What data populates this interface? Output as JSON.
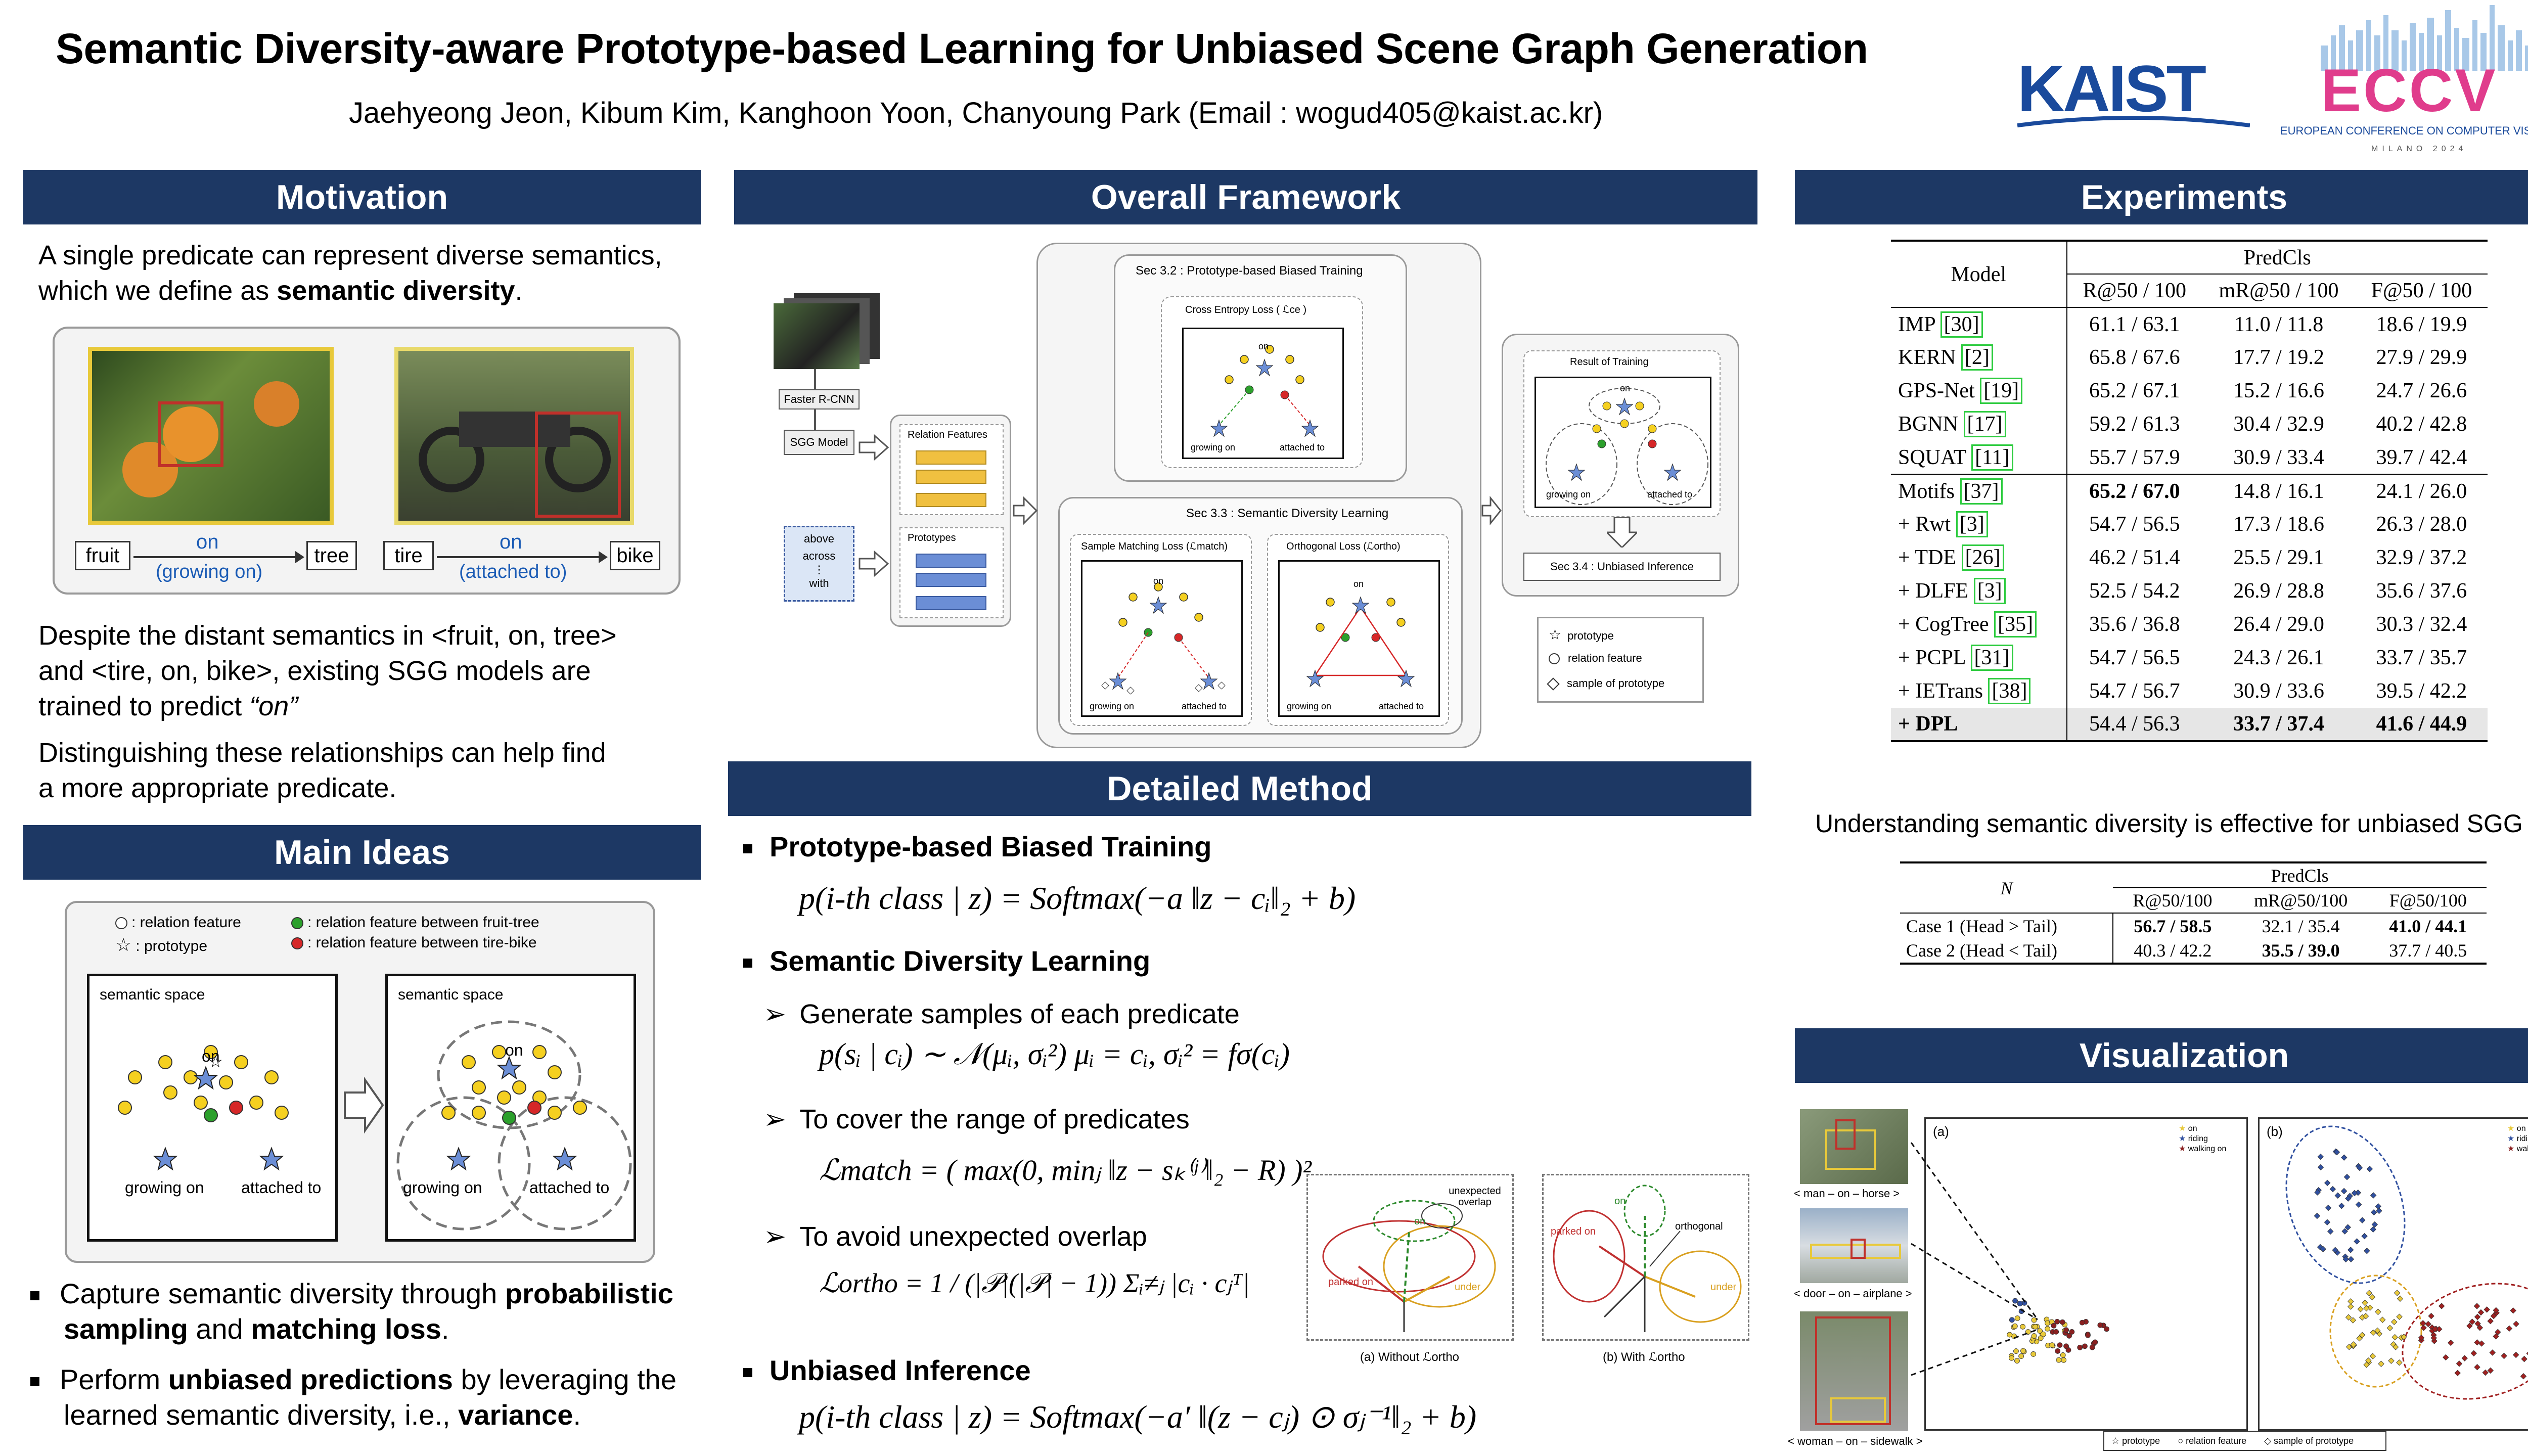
{
  "header": {
    "title": "Semantic Diversity-aware Prototype-based Learning for Unbiased Scene Graph Generation",
    "authors": "Jaehyeong Jeon, Kibum Kim, Kanghoon Yoon, Chanyoung Park  (Email : wogud405@kaist.ac.kr)",
    "logo_kaist": "KAIST",
    "logo_eccv": "ECCV",
    "logo_eccv_sub": "EUROPEAN CONFERENCE ON COMPUTER VISION",
    "logo_eccv_city": "MILANO 2024",
    "colors": {
      "navy": "#1d3864",
      "kaist_blue": "#1a4a9c",
      "eccv_pink": "#e03c8c"
    }
  },
  "motivation": {
    "heading": "Motivation",
    "intro_1": "A single predicate can represent diverse semantics,",
    "intro_2a": "which we define as ",
    "intro_2b": "semantic diversity",
    "intro_2c": ".",
    "ex1": {
      "subj": "fruit",
      "pred": "on",
      "obj": "tree",
      "meaning": "(growing on)"
    },
    "ex2": {
      "subj": "tire",
      "pred": "on",
      "obj": "bike",
      "meaning": "(attached to)"
    },
    "p2_1": "Despite the distant semantics in <fruit, on, tree>",
    "p2_2": "and <tire, on, bike>, existing SGG models are",
    "p2_3a": "trained to predict ",
    "p2_3b": "“on”",
    "p3_1": "Distinguishing these relationships can help find",
    "p3_2": "a more appropriate predicate."
  },
  "main_ideas": {
    "heading": "Main Ideas",
    "legend": {
      "relation_feature": ": relation feature",
      "prototype": ": prototype",
      "fruit_tree": ": relation feature between fruit-tree",
      "tire_bike": ": relation feature between tire-bike"
    },
    "space_label": "semantic space",
    "on": "on",
    "growing_on": "growing on",
    "attached_to": "attached to",
    "b1a": "Capture semantic diversity through ",
    "b1b": "probabilistic",
    "b1c": "sampling",
    "b1d": " and ",
    "b1e": "matching loss",
    "b2a": "Perform ",
    "b2b": "unbiased predictions",
    "b2c": " by leveraging the",
    "b2d": "learned semantic diversity, i.e., ",
    "b2e": "variance"
  },
  "framework": {
    "heading": "Overall Framework",
    "faster_rcnn": "Faster R-CNN",
    "sgg_model": "SGG Model",
    "predicates": [
      "above",
      "across",
      "⋮",
      "with"
    ],
    "relation_features": "Relation Features",
    "prototypes": "Prototypes",
    "sec32": "Sec 3.2 : Prototype-based Biased Training",
    "ce_loss": "Cross Entropy Loss ( ℒce )",
    "sec33": "Sec 3.3 : Semantic Diversity Learning",
    "sm_loss": "Sample Matching Loss (ℒmatch)",
    "orth_loss": "Orthogonal Loss (ℒortho)",
    "result": "Result of Training",
    "sec34": "Sec 3.4 : Unbiased Inference",
    "legend_prototype": "prototype",
    "legend_relation": "relation feature",
    "legend_sample": "sample of prototype",
    "on": "on",
    "growing_on": "growing on",
    "attached_to": "attached to"
  },
  "method": {
    "heading": "Detailed Method",
    "s1": "Prototype-based Biased Training",
    "eq1": "p(i-th class | z) = Softmax(−a ‖z − cᵢ‖₂ + b)",
    "s2": "Semantic Diversity Learning",
    "sub1": "Generate samples of each predicate",
    "eq2": "p(sᵢ | cᵢ) ∼ 𝒩(μᵢ, σᵢ²)      μᵢ = cᵢ, σᵢ² = fσ(cᵢ)",
    "sub2": "To cover the range of predicates",
    "eq3": "ℒmatch = ( max(0, minⱼ ‖z − sₖ⁽ʲ⁾‖₂ − R) )²",
    "sub3": "To avoid unexpected overlap",
    "eq4": "ℒortho = 1 / (|𝒫|(|𝒫| − 1)) Σᵢ≠ⱼ |cᵢ · cⱼᵀ|",
    "s3": "Unbiased Inference",
    "eq5": "p(i-th class | z) = Softmax(−a′ ‖(z − cⱼ) ⊙ σⱼ⁻¹‖₂ + b)",
    "fig_a": "(a) Without ℒortho",
    "fig_b": "(b) With ℒortho",
    "unexpected": "unexpected overlap",
    "orthogonal": "orthogonal",
    "on": "on",
    "parked_on": "parked on",
    "under": "under"
  },
  "experiments": {
    "heading": "Experiments",
    "table1": {
      "col_model": "Model",
      "group": "PredCls",
      "cols": [
        "R@50 / 100",
        "mR@50 / 100",
        "F@50 / 100"
      ],
      "rows_a": [
        [
          "IMP",
          "[30]",
          "61.1 / 63.1",
          "11.0 / 11.8",
          "18.6 / 19.9"
        ],
        [
          "KERN",
          "[2]",
          "65.8 / 67.6",
          "17.7 / 19.2",
          "27.9 / 29.9"
        ],
        [
          "GPS-Net",
          "[19]",
          "65.2 / 67.1",
          "15.2 / 16.6",
          "24.7 / 26.6"
        ],
        [
          "BGNN",
          "[17]",
          "59.2 / 61.3",
          "30.4 / 32.9",
          "40.2 / 42.8"
        ],
        [
          "SQUAT",
          "[11]",
          "55.7 / 57.9",
          "30.9 / 33.4",
          "39.7 / 42.4"
        ]
      ],
      "rows_b": [
        [
          "Motifs",
          "[37]",
          "65.2 / 67.0",
          "14.8 / 16.1",
          "24.1 / 26.0"
        ],
        [
          "+ Rwt",
          "[3]",
          "54.7 / 56.5",
          "17.3 / 18.6",
          "26.3 / 28.0"
        ],
        [
          "+ TDE",
          "[26]",
          "46.2 / 51.4",
          "25.5 / 29.1",
          "32.9 / 37.2"
        ],
        [
          "+ DLFE",
          "[3]",
          "52.5 / 54.2",
          "26.9 / 28.8",
          "35.6 / 37.6"
        ],
        [
          "+ CogTree",
          "[35]",
          "35.6 / 36.8",
          "26.4 / 29.0",
          "30.3 / 32.4"
        ],
        [
          "+ PCPL",
          "[31]",
          "54.7 / 56.5",
          "24.3 / 26.1",
          "33.7 / 35.7"
        ],
        [
          "+ IETrans",
          "[38]",
          "54.7 / 56.7",
          "30.9 / 33.6",
          "39.5 / 42.2"
        ]
      ],
      "dpl": [
        "+ DPL",
        "54.4 / 56.3",
        "33.7 / 37.4",
        "41.6 / 44.9"
      ]
    },
    "caption": "Understanding semantic diversity is effective for unbiased SGG",
    "table2": {
      "col_n": "N",
      "group": "PredCls",
      "cols": [
        "R@50/100",
        "mR@50/100",
        "F@50/100"
      ],
      "rows": [
        [
          "Case 1 (Head > Tail)",
          "56.7 / 58.5",
          "32.1 / 35.4",
          "41.0 / 44.1"
        ],
        [
          "Case 2 (Head < Tail)",
          "40.3 / 42.2",
          "35.5 / 39.0",
          "37.7 / 40.5"
        ]
      ]
    }
  },
  "visualization": {
    "heading": "Visualization",
    "cap1": "< man – on – horse >",
    "cap2": "< door – on – airplane >",
    "cap3": "< woman – on – sidewalk >",
    "panel_a": "(a)",
    "panel_b": "(b)",
    "legend": [
      "on",
      "riding",
      "walking on"
    ],
    "bottom_legend": [
      "prototype",
      "relation feature",
      "sample of prototype"
    ]
  }
}
